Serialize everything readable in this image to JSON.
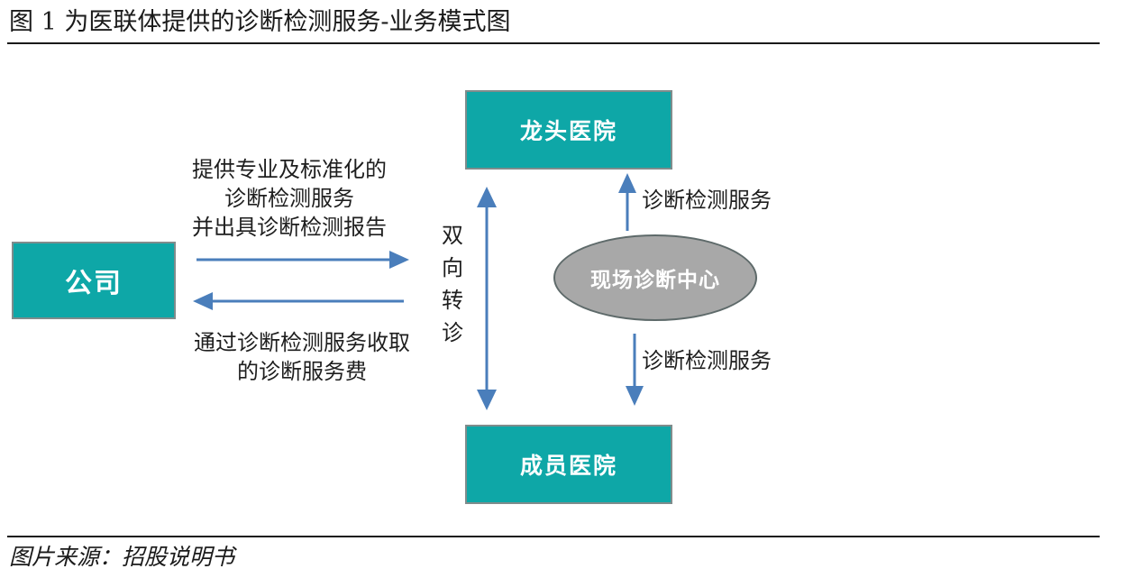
{
  "title": "图 1 为医联体提供的诊断检测服务-业务模式图",
  "source": "图片来源：招股说明书",
  "nodes": {
    "company": "公司",
    "leader_hospital": "龙头医院",
    "member_hospital": "成员医院",
    "onsite_center": "现场诊断中心"
  },
  "labels": {
    "provide": [
      "提供专业及标准化的",
      "诊断检测服务",
      "并出具诊断检测报告"
    ],
    "charge": [
      "通过诊断检测服务收取",
      "的诊断服务费"
    ],
    "bidirectional": [
      "双",
      "向",
      "转",
      "诊"
    ],
    "up_service": "诊断检测服务",
    "down_service": "诊断检测服务"
  },
  "colors": {
    "box_fill": "#0ea7a7",
    "arrow": "#4a7ebb",
    "ellipse_fill": "#a8a8a8"
  }
}
